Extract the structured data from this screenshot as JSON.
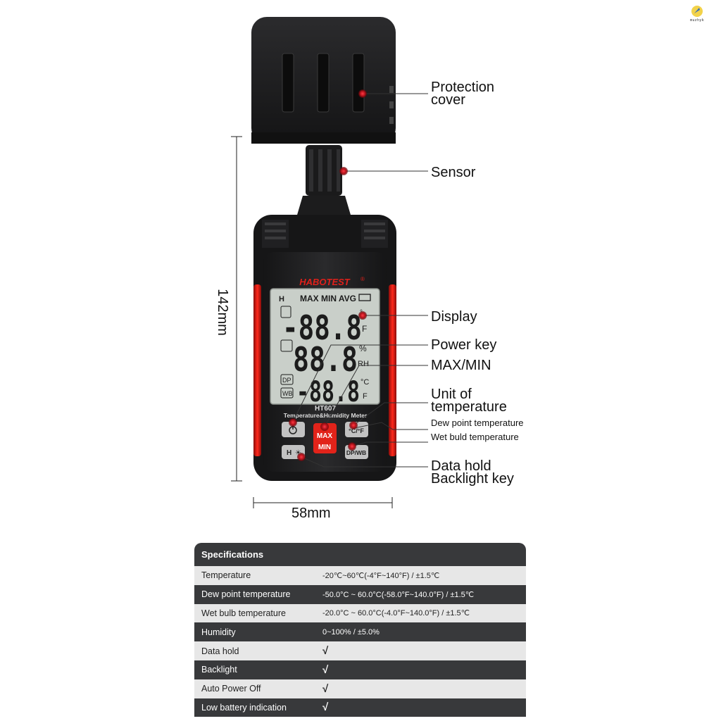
{
  "brand": {
    "logo_text": "HABOTEST",
    "logo_reg": "®",
    "model": "HT607",
    "subtitle": "Temperature&Humidity Meter"
  },
  "lcd": {
    "top_icons": "MAX MIN AVG",
    "digits1": "-88.8",
    "digits2": "88.8",
    "digits3": "-88.8",
    "unit_c": "°C",
    "unit_f": "F",
    "unit_pct": "%",
    "unit_rh": "RH",
    "dp": "DP",
    "wb": "WB",
    "hold": "H"
  },
  "buttons": {
    "max": "MAX",
    "min": "MIN",
    "cf": "°C/°F",
    "dpwb": "DP/WB",
    "hold": "H"
  },
  "callouts": {
    "protection": [
      "Protection",
      "cover"
    ],
    "sensor": "Sensor",
    "display": "Display",
    "power_key": "Power key",
    "max_min": "MAX/MIN",
    "unit": [
      "Unit of",
      "temperature"
    ],
    "dew_point": "Dew point temperature",
    "wet_bulb": "Wet buld temperature",
    "data_hold": "Data hold",
    "backlight": "Backlight key"
  },
  "dimensions": {
    "height": "142mm",
    "width": "58mm"
  },
  "specs": {
    "title": "Specifications",
    "rows": [
      {
        "k": "Temperature",
        "v": "-20℃~60℃(-4°F~140°F) / ±1.5℃"
      },
      {
        "k": "Dew point temperature",
        "v": "-50.0°C ~ 60.0°C(-58.0°F~140.0°F) / ±1.5℃"
      },
      {
        "k": "Wet bulb temperature",
        "v": "-20.0°C ~ 60.0°C(-4.0°F~140.0°F) / ±1.5℃"
      },
      {
        "k": "Humidity",
        "v": "0~100% / ±5.0%"
      },
      {
        "k": "Data hold",
        "v": "√"
      },
      {
        "k": "Backlight",
        "v": "√"
      },
      {
        "k": "Auto Power Off",
        "v": "√"
      },
      {
        "k": "Low battery indication",
        "v": "√"
      }
    ]
  },
  "colors": {
    "accent_red": "#e0201a",
    "body_dark": "#1f1f21",
    "lcd_bg": "#c9cfc9",
    "callout_dot": "#b01018"
  }
}
